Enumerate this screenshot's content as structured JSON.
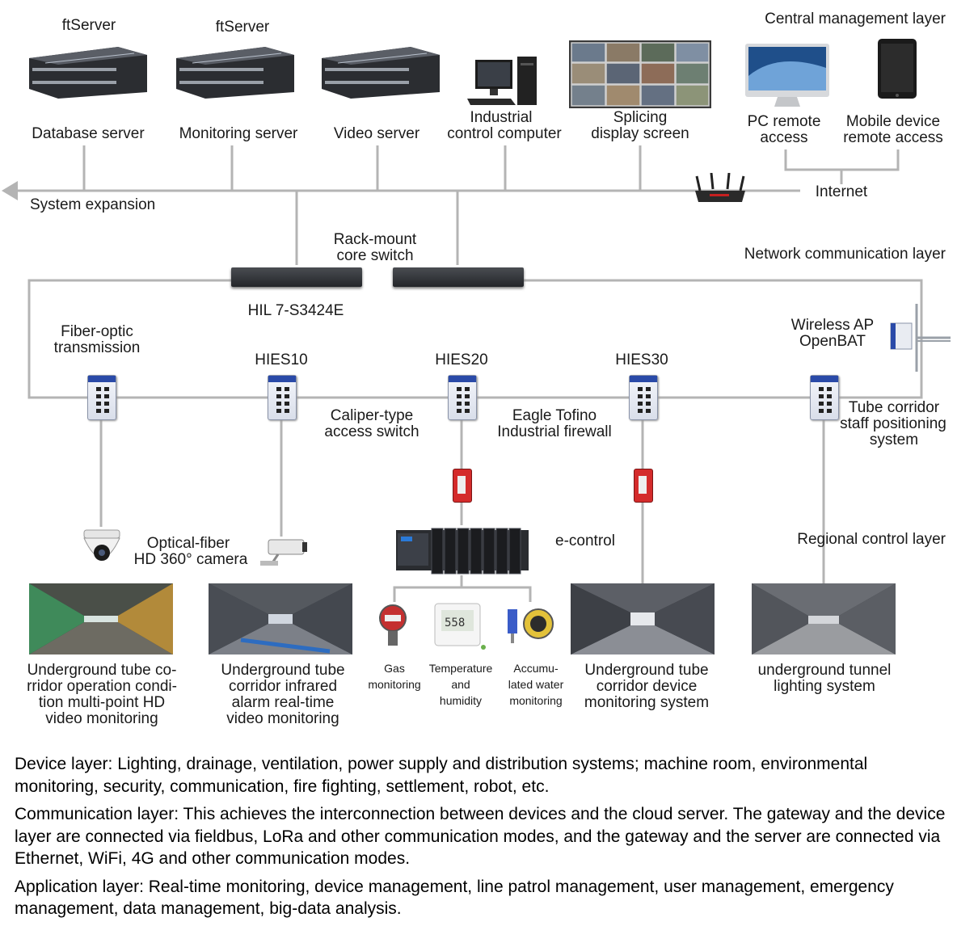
{
  "layers": {
    "central": "Central management layer",
    "network": "Network communication layer",
    "regional": "Regional control layer"
  },
  "servers": [
    {
      "brand": "ftServer",
      "name": "Database server"
    },
    {
      "brand": "ftServer",
      "name": "Monitoring server"
    },
    {
      "brand": "",
      "name": "Video server"
    }
  ],
  "top_devices": {
    "industrial_pc": [
      "Industrial",
      "control computer"
    ],
    "splicing_screen": [
      "Splicing",
      "display screen"
    ],
    "pc_remote": [
      "PC remote",
      "access"
    ],
    "mobile_remote": [
      "Mobile device",
      "remote access"
    ]
  },
  "system_expansion": "System expansion",
  "internet": "Internet",
  "core_switch": {
    "label": [
      "Rack-mount",
      "core switch"
    ],
    "model": "HIL 7-S3424E"
  },
  "ring": {
    "fiber": [
      "Fiber-optic",
      "transmission"
    ],
    "hies10": "HIES10",
    "hies20": "HIES20",
    "hies30": "HIES30",
    "wireless_ap": [
      "Wireless AP",
      "OpenBAT"
    ],
    "caliper": [
      "Caliper-type",
      "access switch"
    ],
    "firewall": [
      "Eagle Tofino",
      "Industrial firewall"
    ],
    "staff_positioning": [
      "Tube corridor",
      "staff positioning",
      "system"
    ]
  },
  "cameras": {
    "label": [
      "Optical-fiber",
      "HD 360° camera"
    ]
  },
  "econtrol": "e-control",
  "sensors": [
    {
      "lines": [
        "Gas",
        "monitoring"
      ]
    },
    {
      "lines": [
        "Temperature",
        "and",
        "humidity"
      ]
    },
    {
      "lines": [
        "Accumu-",
        "lated water",
        "monitoring"
      ]
    }
  ],
  "systems": [
    {
      "lines": [
        "Underground tube co-",
        "rridor operation condi-",
        "tion multi-point HD",
        "video monitoring"
      ]
    },
    {
      "lines": [
        "Underground tube",
        "corridor infrared",
        "alarm real-time",
        "video monitoring"
      ]
    },
    {
      "lines": [
        "Underground tube",
        "corridor device",
        "monitoring system"
      ]
    },
    {
      "lines": [
        "underground tunnel",
        "lighting system"
      ]
    }
  ],
  "descriptions": [
    "Device layer: Lighting, drainage, ventilation, power supply and distribution systems; machine room, environmental monitoring, security, communication, fire fighting, settlement, robot, etc.",
    "Communication layer: This achieves the interconnection between devices and the cloud server. The gateway and the device layer are connected via fieldbus, LoRa and other communication modes, and the gateway and the server are connected via Ethernet, WiFi, 4G and other communication modes.",
    "Application layer: Real-time monitoring, device management, line patrol management, user management, emergency management, data management, big-data analysis."
  ],
  "colors": {
    "line": "#b4b4b4",
    "switch_accent": "#2a4aa8",
    "firewall": "#d42b2b"
  }
}
